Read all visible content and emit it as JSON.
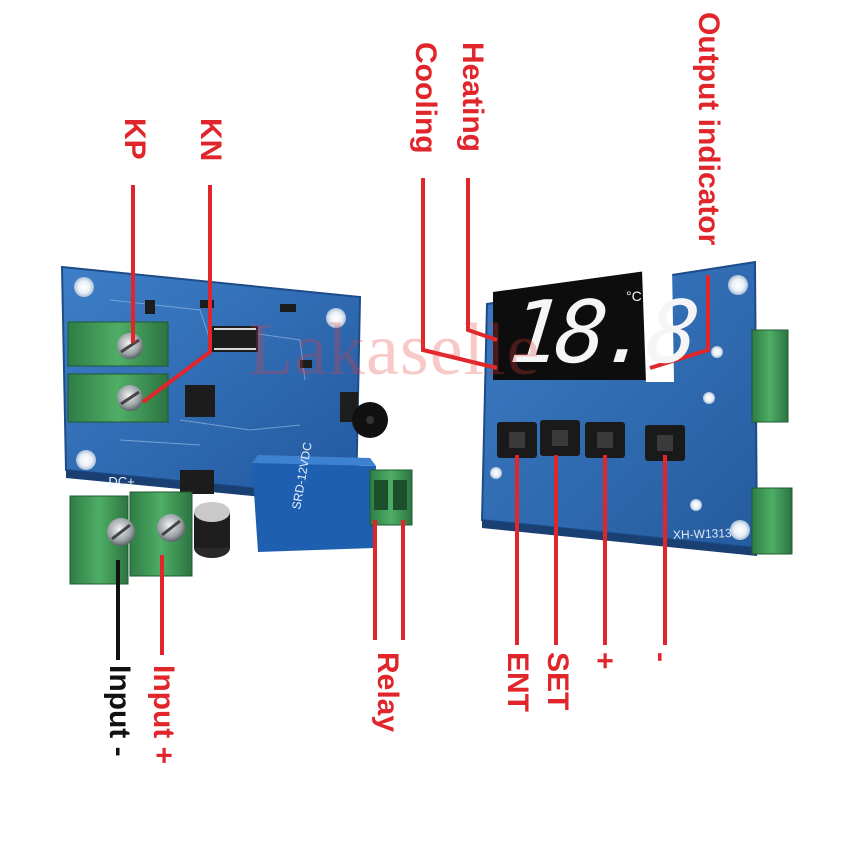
{
  "labels": {
    "kp": "KP",
    "kn": "KN",
    "cooling": "Cooling",
    "heating": "Heating",
    "output_indicator": "Output indicator",
    "relay": "Relay",
    "ent": "ENT",
    "set": "SET",
    "plus": "+",
    "minus": "-",
    "input_plus": "Input +",
    "input_minus": "Input -"
  },
  "board": {
    "dc_marking": "-DC+",
    "model_code": "XH-W1313",
    "display_digits": "18.8",
    "display_unit": "°C"
  },
  "watermark": "Lakaselle",
  "colors": {
    "label_red": "#e0262b",
    "label_black": "#111111",
    "pcb_blue": "#2f6fb8",
    "terminal_green": "#3f9a57"
  }
}
